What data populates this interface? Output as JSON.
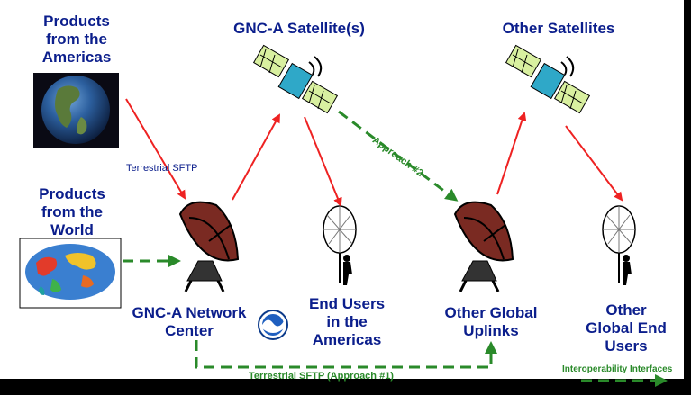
{
  "labels": {
    "products_americas": "Products\nfrom the\nAmericas",
    "gnc_satellites": "GNC-A Satellite(s)",
    "other_satellites": "Other Satellites",
    "products_world": "Products\nfrom the\nWorld",
    "network_center": "GNC-A Network\nCenter",
    "end_users_americas": "End Users\nin the\nAmericas",
    "other_uplinks": "Other Global\nUplinks",
    "other_end_users": "Other\nGlobal End\nUsers"
  },
  "edges": {
    "terrestrial_sftp": "Terrestrial SFTP",
    "approach2": "Approach #2",
    "terrestrial_sftp_approach1": "Terrestrial SFTP (Approach #1)",
    "interoperability": "Interoperability Interfaces"
  },
  "icons": [
    "earth-globe-icon",
    "world-map-icon",
    "satellite-icon",
    "satellite-dish-icon",
    "antenna-user-icon",
    "noaa-logo-icon"
  ],
  "colors": {
    "label_blue": "#0b1e8c",
    "red_arrow": "#ee2222",
    "green_arrow": "#2a8a2a"
  }
}
